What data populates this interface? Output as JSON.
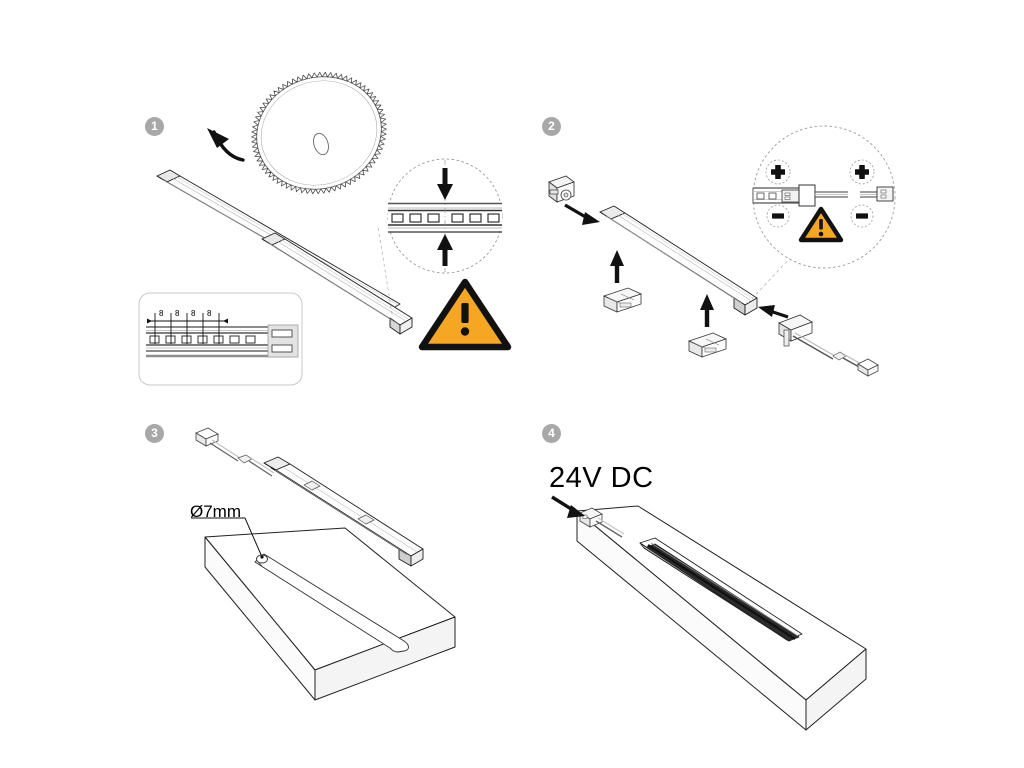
{
  "document": {
    "title": "LED Aluminium Profile Installation Guide",
    "type": "assembly-instruction-diagram",
    "steps_total": 4,
    "background_color": "#ffffff"
  },
  "colors": {
    "warning_fill": "#F5A623",
    "warning_stroke": "#111111",
    "badge_fill": "#a8a8a8",
    "badge_text": "#ffffff",
    "line": "#1a1a1a",
    "line_light": "#8c8c8c",
    "detail_dash": "#999999",
    "metal_light": "#f2f2f2",
    "metal_mid": "#d0d0d0",
    "metal_dark": "#4d4d4d"
  },
  "steps": [
    {
      "number": "1",
      "badge_label": "1",
      "name": "cut-profile-and-strip",
      "callouts": {
        "spacing_dimension_label": "8",
        "spacing_dimension_values": [
          "8",
          "8",
          "8",
          "8"
        ],
        "spacing_count": 4
      },
      "icons": [
        "saw-blade-icon",
        "curved-arrow-icon",
        "cut-detail-circle",
        "down-arrow-icon",
        "up-arrow-icon",
        "warning-triangle-icon",
        "dimension-callout-box"
      ],
      "warning": {
        "symbol": "!",
        "shape": "triangle"
      }
    },
    {
      "number": "2",
      "badge_label": "2",
      "name": "assemble-endcaps-clips-and-connector",
      "callouts": {
        "polarity_top_left": "+",
        "polarity_top_right": "+",
        "polarity_bottom_left": "-",
        "polarity_bottom_right": "-"
      },
      "icons": [
        "end-cap-icon",
        "mounting-clip-icon",
        "power-cable-connector-icon",
        "polarity-detail-circle",
        "warning-triangle-icon",
        "up-arrow-icon",
        "left-arrow-icon"
      ],
      "warning": {
        "symbol": "!",
        "shape": "triangle"
      }
    },
    {
      "number": "3",
      "badge_label": "3",
      "name": "insert-profile-into-routed-groove",
      "callouts": {
        "hole_diameter_label": "Ø7mm"
      },
      "icons": [
        "assembled-profile-icon",
        "down-arrow-icon",
        "leader-line",
        "wood-panel-icon",
        "drilled-hole-icon"
      ]
    },
    {
      "number": "4",
      "badge_label": "4",
      "name": "connect-power-supply",
      "callouts": {
        "voltage_label": "24V DC"
      },
      "icons": [
        "wood-panel-icon",
        "installed-profile-icon",
        "power-connector-icon",
        "diagonal-arrow-icon"
      ]
    }
  ]
}
